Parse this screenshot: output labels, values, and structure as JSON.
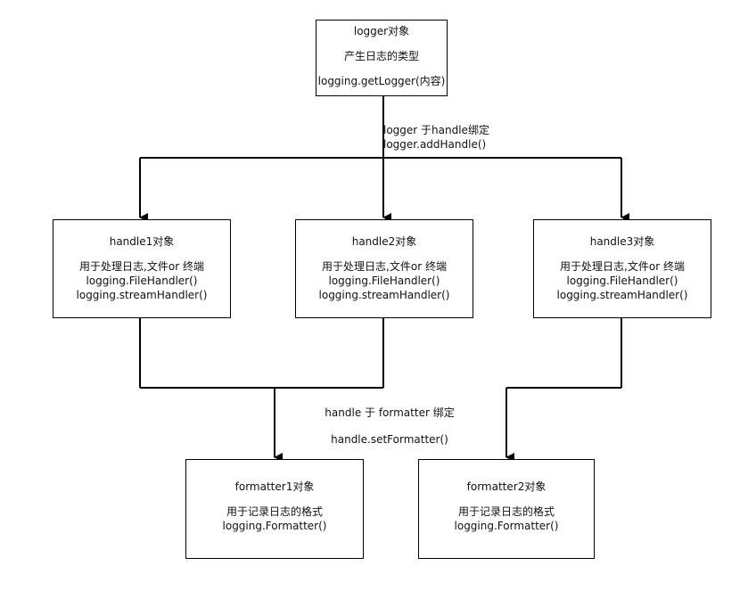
{
  "logger": {
    "title": "logger对象",
    "desc": "产生日志的类型",
    "code": "logging.getLogger(内容)"
  },
  "bind_label": {
    "line1": "logger 于handle绑定",
    "line2": "logger.addHandle()"
  },
  "handlers": [
    {
      "title": "handle1对象",
      "desc": "用于处理日志,文件or 终端",
      "code1": "logging.FileHandler()",
      "code2": "logging.streamHandler()"
    },
    {
      "title": "handle2对象",
      "desc": "用于处理日志,文件or 终端",
      "code1": "logging.FileHandler()",
      "code2": "logging.streamHandler()"
    },
    {
      "title": "handle3对象",
      "desc": "用于处理日志,文件or 终端",
      "code1": "logging.FileHandler()",
      "code2": "logging.streamHandler()"
    }
  ],
  "formatter_label": {
    "line1": "handle 于 formatter 绑定",
    "line2": "handle.setFormatter()"
  },
  "formatters": [
    {
      "title": "formatter1对象",
      "desc": "用于记录日志的格式",
      "code": "logging.Formatter()"
    },
    {
      "title": "formatter2对象",
      "desc": "用于记录日志的格式",
      "code": "logging.Formatter()"
    }
  ]
}
